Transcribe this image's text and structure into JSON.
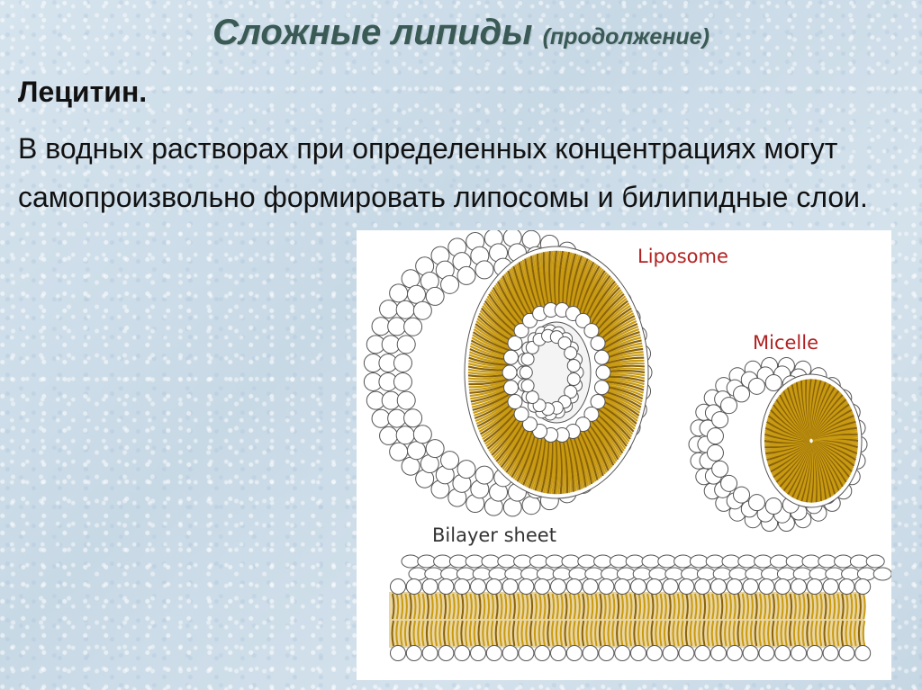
{
  "slide": {
    "title": "Сложные липиды",
    "title_sub": "(продолжение)",
    "heading": "Лецитин.",
    "paragraph": "В водных растворах при определенных концентрациях могут самопроизвольно формировать липосомы и билипидные слои."
  },
  "figure": {
    "labels": {
      "liposome": "Liposome",
      "micelle": "Micelle",
      "bilayer": "Bilayer sheet"
    },
    "colors": {
      "liposome_label": "#b22222",
      "micelle_label": "#b22222",
      "bilayer_label": "#333333",
      "tails": "#c89a12",
      "tails_dark": "#8a6208",
      "heads": "#ffffff",
      "head_outline": "#555555"
    }
  }
}
